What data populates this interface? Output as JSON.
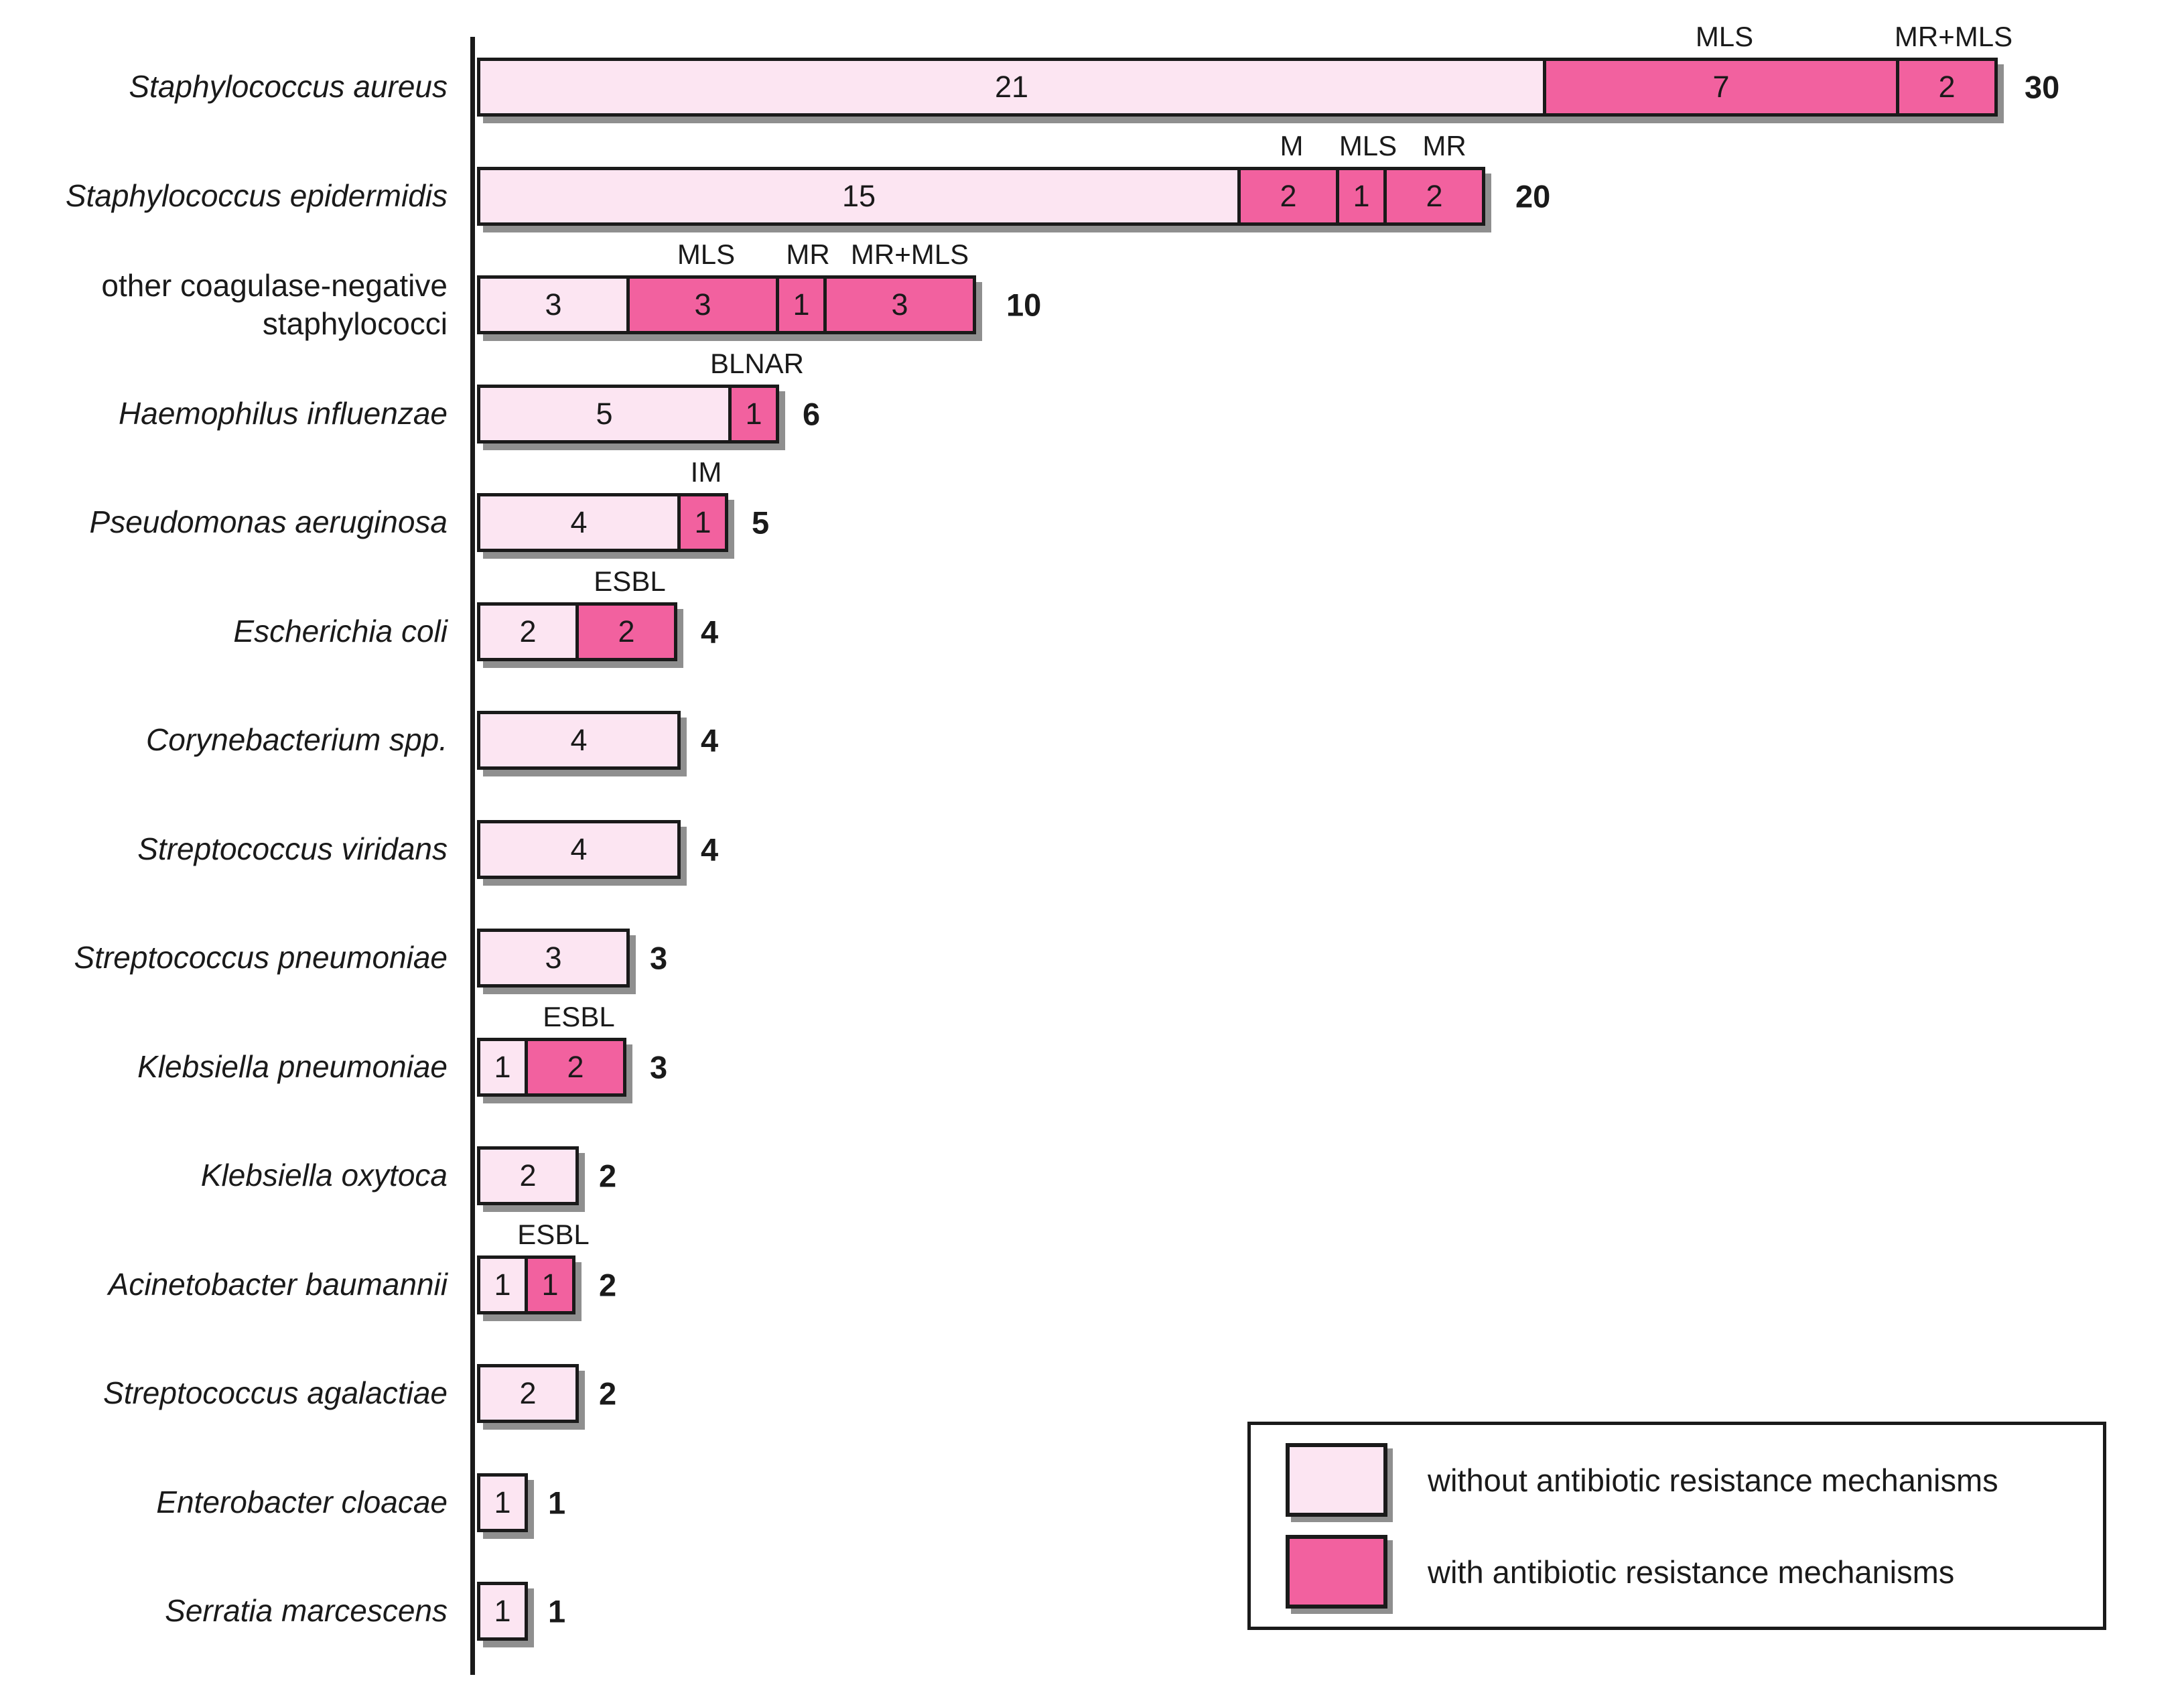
{
  "chart_data": {
    "type": "bar",
    "orientation": "horizontal",
    "title": "",
    "xlabel": "",
    "ylabel": "",
    "xlim": [
      0,
      33
    ],
    "grid": false,
    "legend_position": "bottom-right",
    "legend": [
      {
        "key": "without",
        "label": "without antibiotic resistance mechanisms",
        "color": "#fce5f2"
      },
      {
        "key": "with",
        "label": "with antibiotic resistance mechanisms",
        "color": "#f2619f"
      }
    ],
    "rows": [
      {
        "label": "Staphylococcus aureus",
        "italic": true,
        "total": 30,
        "segments": [
          {
            "value": 21,
            "with_resistance": false
          },
          {
            "value": 7,
            "with_resistance": true,
            "mechanism": "MLS"
          },
          {
            "value": 2,
            "with_resistance": true,
            "mechanism": "MR+MLS"
          }
        ]
      },
      {
        "label": "Staphylococcus epidermidis",
        "italic": true,
        "total": 20,
        "segments": [
          {
            "value": 15,
            "with_resistance": false
          },
          {
            "value": 2,
            "with_resistance": true,
            "mechanism": "M"
          },
          {
            "value": 1,
            "with_resistance": true,
            "mechanism": "MLS"
          },
          {
            "value": 2,
            "with_resistance": true,
            "mechanism": "MR"
          }
        ]
      },
      {
        "label": "other coagulase-negative\nstaphylococci",
        "italic": false,
        "total": 10,
        "segments": [
          {
            "value": 3,
            "with_resistance": false
          },
          {
            "value": 3,
            "with_resistance": true,
            "mechanism": "MLS"
          },
          {
            "value": 1,
            "with_resistance": true,
            "mechanism": "MR"
          },
          {
            "value": 3,
            "with_resistance": true,
            "mechanism": "MR+MLS"
          }
        ]
      },
      {
        "label": "Haemophilus influenzae",
        "italic": true,
        "total": 6,
        "segments": [
          {
            "value": 5,
            "with_resistance": false
          },
          {
            "value": 1,
            "with_resistance": true,
            "mechanism": "BLNAR"
          }
        ]
      },
      {
        "label": "Pseudomonas aeruginosa",
        "italic": true,
        "total": 5,
        "segments": [
          {
            "value": 4,
            "with_resistance": false
          },
          {
            "value": 1,
            "with_resistance": true,
            "mechanism": "IM"
          }
        ]
      },
      {
        "label": "Escherichia coli",
        "italic": true,
        "total": 4,
        "segments": [
          {
            "value": 2,
            "with_resistance": false
          },
          {
            "value": 2,
            "with_resistance": true,
            "mechanism": "ESBL"
          }
        ]
      },
      {
        "label": "Corynebacterium spp.",
        "italic": true,
        "total": 4,
        "segments": [
          {
            "value": 4,
            "with_resistance": false
          }
        ]
      },
      {
        "label": "Streptococcus viridans",
        "italic": true,
        "total": 4,
        "segments": [
          {
            "value": 4,
            "with_resistance": false
          }
        ]
      },
      {
        "label": "Streptococcus pneumoniae",
        "italic": true,
        "total": 3,
        "segments": [
          {
            "value": 3,
            "with_resistance": false
          }
        ]
      },
      {
        "label": "Klebsiella pneumoniae",
        "italic": true,
        "total": 3,
        "segments": [
          {
            "value": 1,
            "with_resistance": false
          },
          {
            "value": 2,
            "with_resistance": true,
            "mechanism": "ESBL"
          }
        ]
      },
      {
        "label": "Klebsiella oxytoca",
        "italic": true,
        "total": 2,
        "segments": [
          {
            "value": 2,
            "with_resistance": false
          }
        ]
      },
      {
        "label": "Acinetobacter baumannii",
        "italic": true,
        "total": 2,
        "segments": [
          {
            "value": 1,
            "with_resistance": false
          },
          {
            "value": 1,
            "with_resistance": true,
            "mechanism": "ESBL"
          }
        ]
      },
      {
        "label": "Streptococcus agalactiae",
        "italic": true,
        "total": 2,
        "segments": [
          {
            "value": 2,
            "with_resistance": false
          }
        ]
      },
      {
        "label": "Enterobacter cloacae",
        "italic": true,
        "total": 1,
        "segments": [
          {
            "value": 1,
            "with_resistance": false
          }
        ]
      },
      {
        "label": "Serratia marcescens",
        "italic": true,
        "total": 1,
        "segments": [
          {
            "value": 1,
            "with_resistance": false
          }
        ]
      }
    ]
  },
  "colors": {
    "without_resistance_fill": "#fce5f2",
    "with_resistance_fill": "#f2619f",
    "bar_border": "#1a1a1a",
    "shadow": "#8f8f8f",
    "text": "#1a1a1a",
    "background": "#ffffff"
  }
}
